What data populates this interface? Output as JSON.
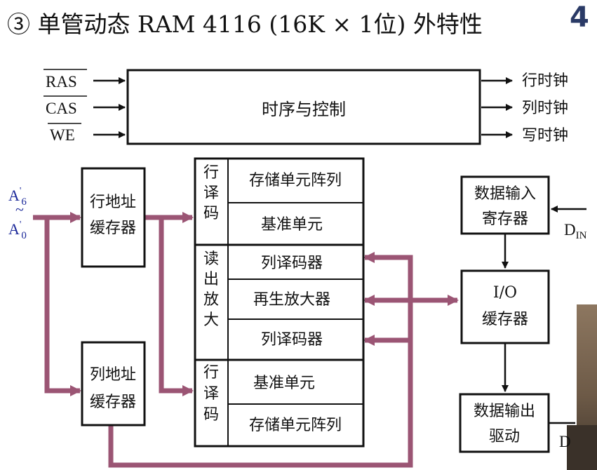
{
  "title": "③ 单管动态 RAM 4116 (16K × 1位) 外特性",
  "slide_number": "4",
  "colors": {
    "bus": "#9b5574",
    "box": "#111111",
    "address_text": "#1d2a9a"
  },
  "control": {
    "block_label": "时序与控制",
    "inputs": [
      "RAS",
      "CAS",
      "WE"
    ],
    "outputs": [
      "行时钟",
      "列时钟",
      "写时钟"
    ]
  },
  "address": {
    "top": "A'6",
    "dots": "~",
    "bottom": "A'0"
  },
  "row_buffer": {
    "line1": "行地址",
    "line2": "缓存器"
  },
  "col_buffer": {
    "line1": "列地址",
    "line2": "缓存器"
  },
  "array": {
    "top_decoder": [
      "行",
      "译",
      "码"
    ],
    "sense_amp": [
      "读",
      "出",
      "放",
      "大"
    ],
    "bottom_decoder": [
      "行",
      "译",
      "码"
    ],
    "cells": [
      "存储单元阵列",
      "基准单元",
      "列译码器",
      "再生放大器",
      "列译码器",
      "基准单元",
      "存储单元阵列"
    ]
  },
  "data_in_reg": {
    "line1": "数据输入",
    "line2": "寄存器",
    "signal": "DIN"
  },
  "io_buffer": {
    "line1": "I/O",
    "line2": "缓存器"
  },
  "data_out_drv": {
    "line1": "数据输出",
    "line2": "驱动",
    "signal": "D"
  }
}
